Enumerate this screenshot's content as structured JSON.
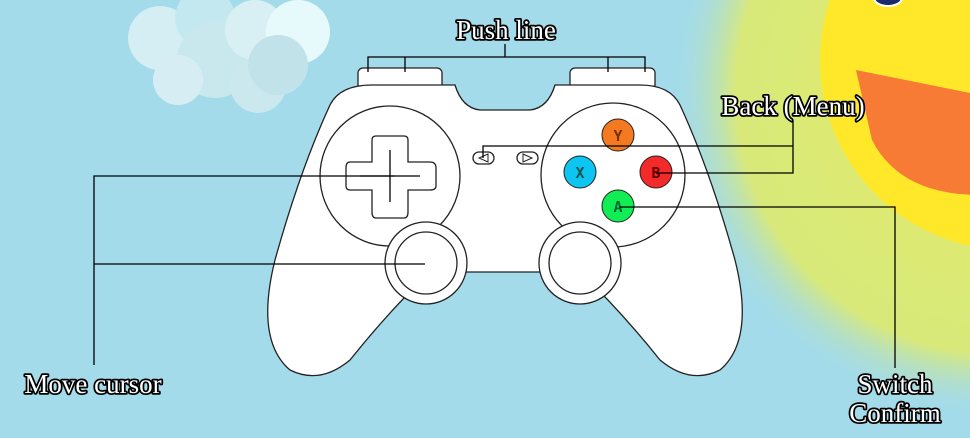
{
  "labels": {
    "push_line": "Push line",
    "back_menu": "Back (Menu)",
    "move_cursor": "Move cursor",
    "switch": "Switch",
    "confirm": "Confirm"
  },
  "buttons": {
    "y": {
      "glyph": "Y",
      "color": "#f47a22"
    },
    "x": {
      "glyph": "X",
      "color": "#0dc5f0"
    },
    "b": {
      "glyph": "B",
      "color": "#f22a2a"
    },
    "a": {
      "glyph": "A",
      "color": "#11ee55"
    }
  },
  "colors": {
    "sky": "#a3dbea",
    "sun": "#ffe829",
    "mouth": "#f77b35"
  }
}
